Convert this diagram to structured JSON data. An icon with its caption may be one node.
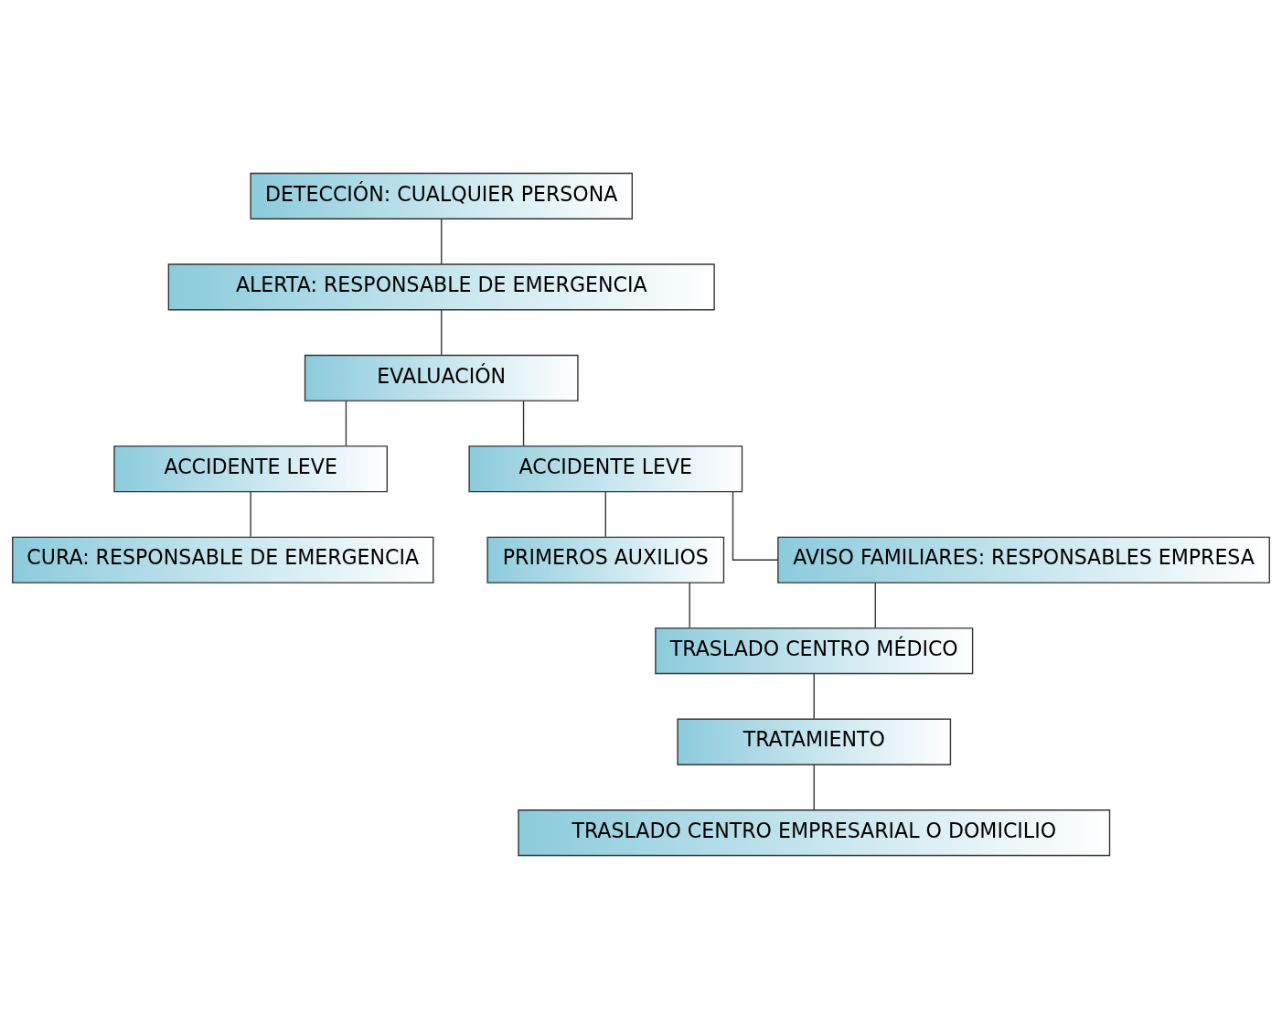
{
  "diagram": {
    "nodes": [
      {
        "text": [
          "DETECCIÓN: CUALQUIER PERSONA"
        ]
      },
      {
        "text": [
          "ALERTA: RESPONSABLE DE EMERGENCIA"
        ]
      },
      {
        "text": [
          "EVALUACIÓN"
        ]
      },
      {
        "text": [
          "ACCIDENTE LEVE"
        ]
      },
      {
        "text": [
          "ACCIDENTE LEVE"
        ]
      },
      {
        "text": [
          "CURA: RESPONSABLE DE EMERGENCIA"
        ]
      },
      {
        "text": [
          "PRIMEROS AUXILIOS"
        ]
      },
      {
        "text": [
          "AVISO FAMILIARES: RESPONSABLES EMPRESA"
        ]
      },
      {
        "text": [
          "TRASLADO CENTRO MÉDICO"
        ]
      },
      {
        "text": [
          "TRATAMIENTO"
        ]
      },
      {
        "text": [
          "TRASLADO CENTRO EMPRESARIAL O DOMICILIO"
        ]
      }
    ],
    "edges": [
      {
        "from": 0,
        "to": 1,
        "arrow": "none"
      },
      {
        "from": 1,
        "to": 2,
        "arrow": "none"
      },
      {
        "from": 2,
        "to": 3,
        "arrow": "none"
      },
      {
        "from": 2,
        "to": 4,
        "arrow": "none"
      },
      {
        "from": 3,
        "to": 5,
        "arrow": "none"
      },
      {
        "from": 4,
        "to": 6,
        "arrow": "none"
      },
      {
        "from": 4,
        "to": 7,
        "arrow": "none"
      },
      {
        "from": 6,
        "to": 8,
        "arrow": "none"
      },
      {
        "from": 7,
        "to": 8,
        "arrow": "none"
      },
      {
        "from": 8,
        "to": 9,
        "arrow": "none"
      },
      {
        "from": 9,
        "to": 10,
        "arrow": "none"
      }
    ]
  }
}
